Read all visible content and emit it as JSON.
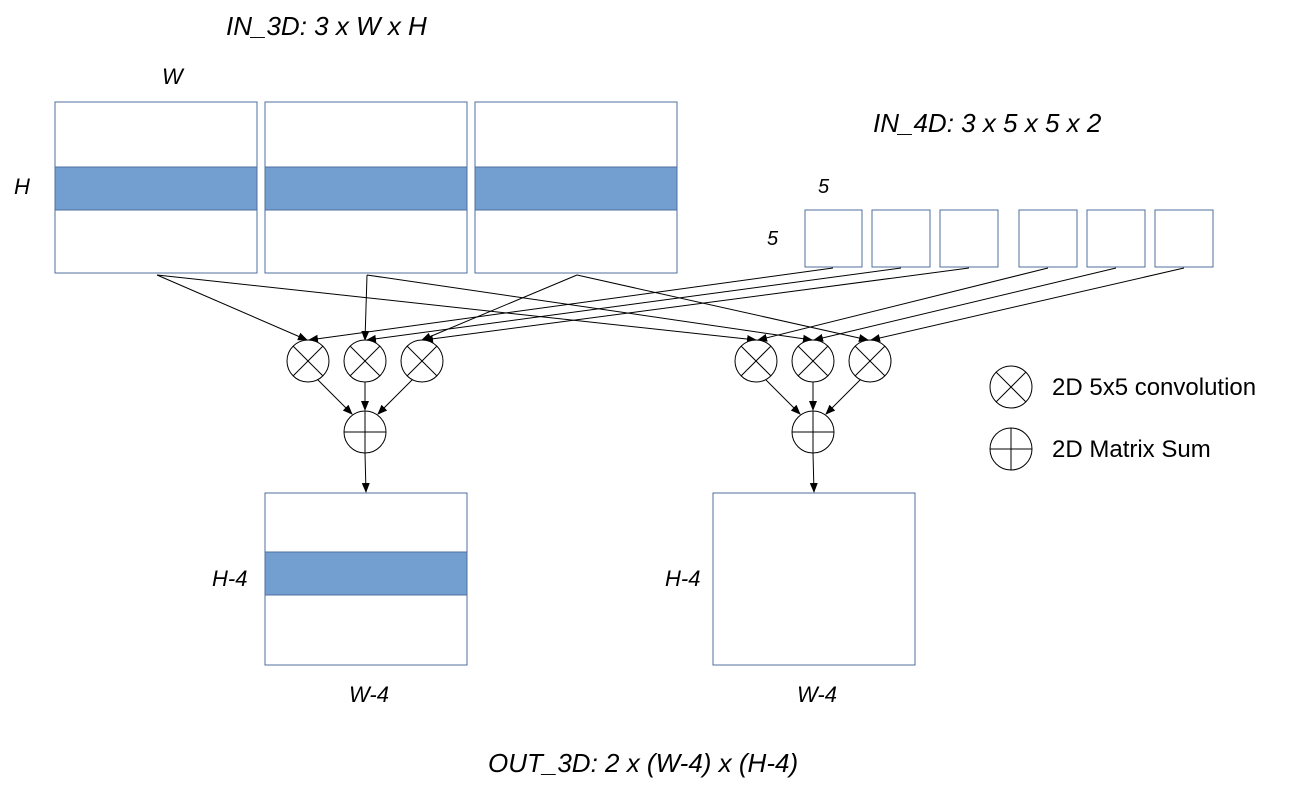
{
  "input_3d": {
    "title": "IN_3D: 3 x W x H",
    "width_label": "W",
    "height_label": "H"
  },
  "input_4d": {
    "title": "IN_4D: 3 x 5 x 5 x 2",
    "width_label": "5",
    "height_label": "5"
  },
  "legend": {
    "convolution": "2D 5x5 convolution",
    "sum": "2D Matrix Sum"
  },
  "outputs": [
    {
      "width_label": "W-4",
      "height_label": "H-4",
      "highlighted_row": true
    },
    {
      "width_label": "W-4",
      "height_label": "H-4",
      "highlighted_row": false
    }
  ],
  "output_3d": {
    "title": "OUT_3D: 2 x (W-4) x (H-4)"
  },
  "colors": {
    "band_fill": "#729fcf",
    "box_stroke": "#4f6fa0",
    "line": "#000000"
  },
  "icons": {
    "convolution": "circle-times-icon",
    "sum": "circle-plus-icon"
  }
}
